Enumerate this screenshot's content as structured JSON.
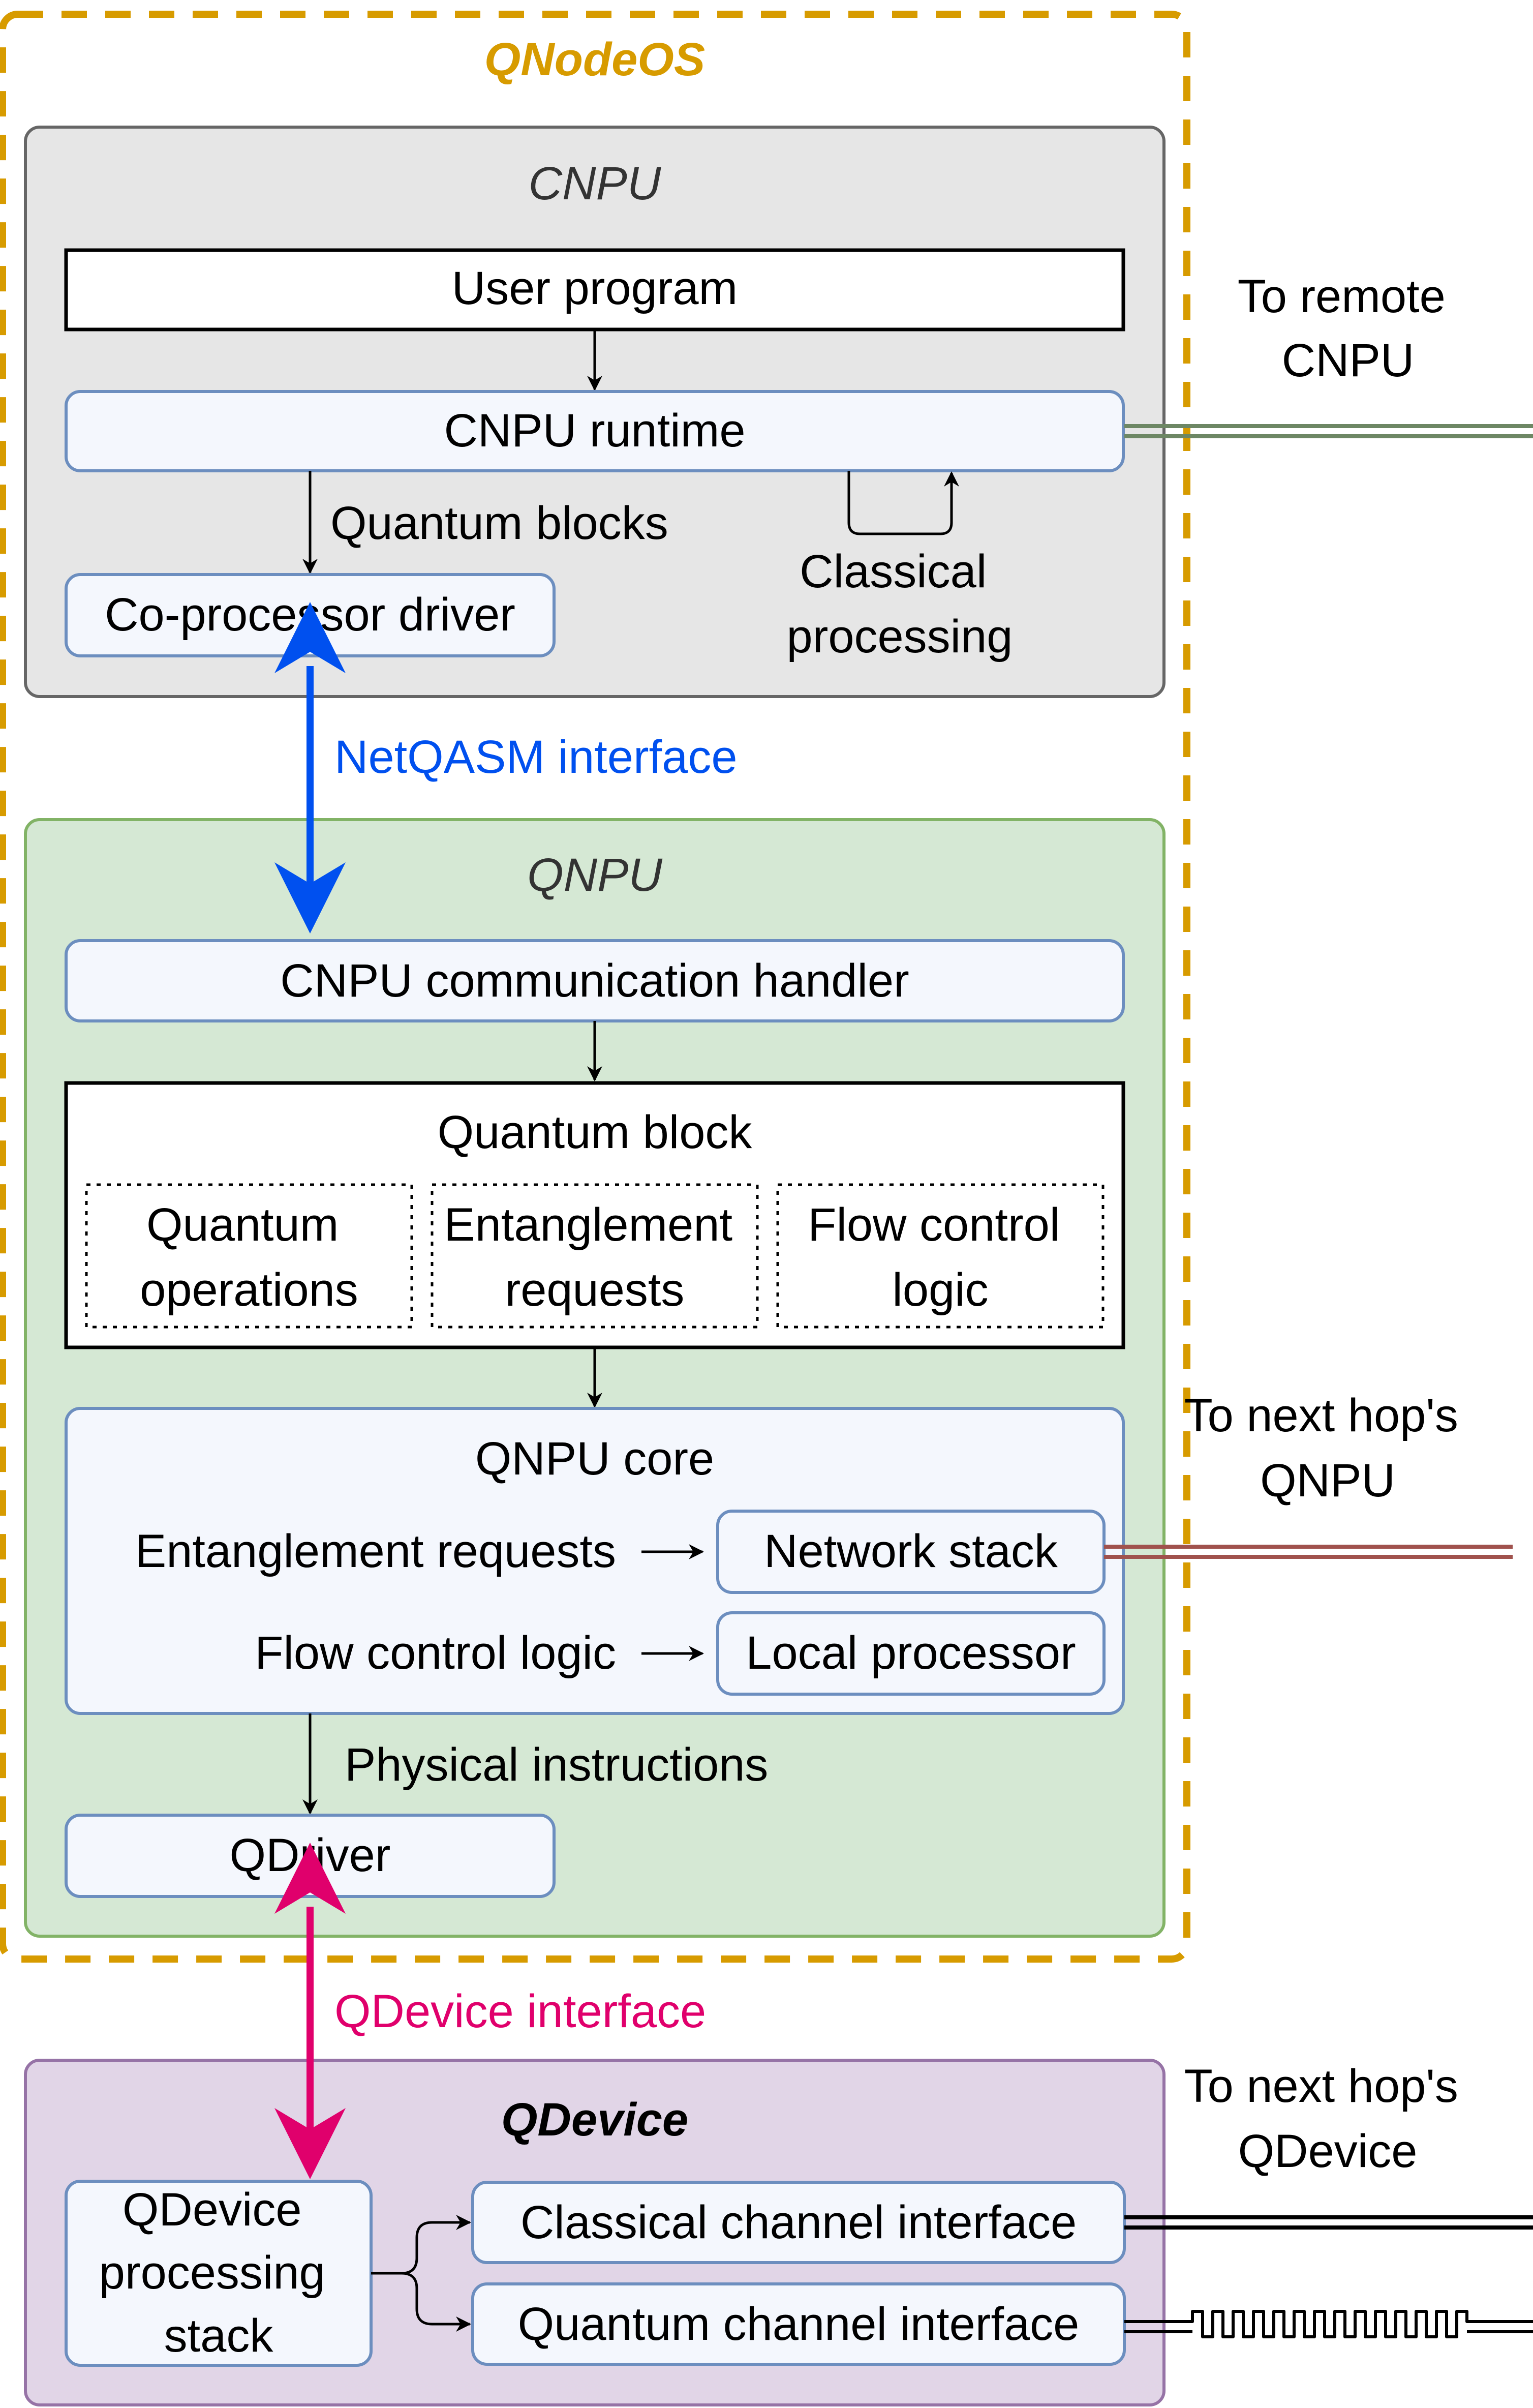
{
  "qnodeos": {
    "title": "QNodeOS",
    "cnpu": {
      "title": "CNPU",
      "user_program": "User program",
      "runtime": "CNPU runtime",
      "quantum_blocks": "Quantum blocks",
      "classical_processing": [
        "Classical",
        "processing"
      ],
      "coprocessor_driver": "Co-processor driver"
    },
    "netqasm_interface": "NetQASM interface",
    "qnpu": {
      "title": "QNPU",
      "comm_handler": "CNPU communication handler",
      "quantum_block": {
        "title": "Quantum block",
        "parts": [
          [
            "Quantum",
            "operations"
          ],
          [
            "Entanglement",
            "requests"
          ],
          [
            "Flow control",
            "logic"
          ]
        ]
      },
      "core": {
        "title": "QNPU core",
        "entanglement_requests": "Entanglement requests",
        "flow_control_logic": "Flow control logic",
        "network_stack": "Network stack",
        "local_processor": "Local processor"
      },
      "physical_instructions": "Physical instructions",
      "qdriver": "QDriver"
    }
  },
  "qdevice_interface": "QDevice interface",
  "qdevice": {
    "title": "QDevice",
    "processing_stack": [
      "QDevice",
      "processing",
      "stack"
    ],
    "classical_channel_interface": "Classical channel interface",
    "quantum_channel_interface": "Quantum channel interface"
  },
  "external": {
    "remote_cnpu": [
      "To remote",
      "CNPU"
    ],
    "next_hop_qnpu": [
      "To next hop's",
      "QNPU"
    ],
    "next_hop_qdevice": [
      "To next hop's",
      "QDevice"
    ]
  },
  "colors": {
    "qnodeos_border": "#D79B00",
    "cnpu_fill": "#E6E6E6",
    "qnpu_fill": "#D5E8D4",
    "qdevice_fill": "#E1D5E7",
    "component_fill": "#F4F7FD",
    "component_border": "#6C8EBF",
    "netqasm": "#0050EF",
    "qdevice_interface": "#E0006C",
    "remote_link": "#6D8764",
    "qnpu_link": "#A0524D"
  }
}
